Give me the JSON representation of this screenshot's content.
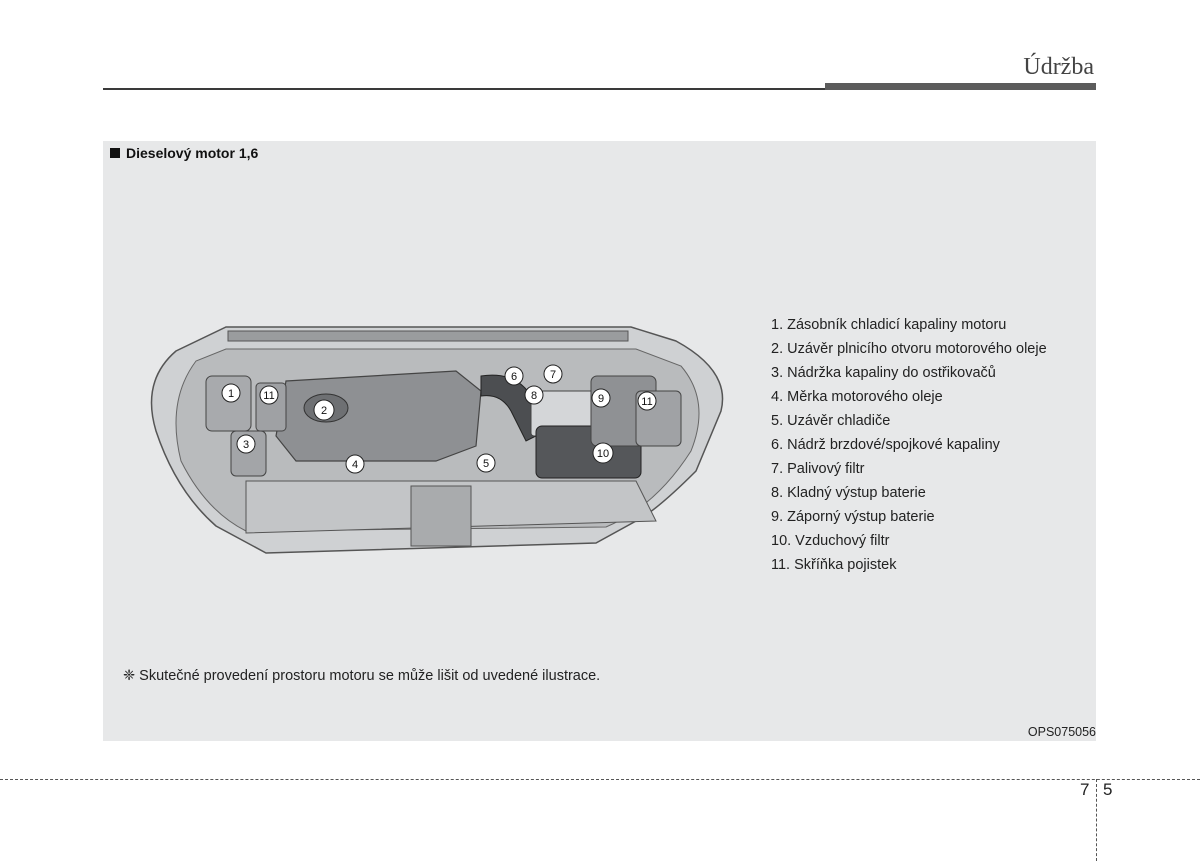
{
  "header": {
    "chapter_title": "Údržba"
  },
  "figure": {
    "heading": "Dieselový motor 1,6",
    "callouts": [
      "1",
      "11",
      "2",
      "3",
      "4",
      "5",
      "6",
      "7",
      "8",
      "9",
      "11",
      "10"
    ],
    "legend": [
      "1. Zásobník chladicí kapaliny motoru",
      "2. Uzávěr plnicího otvoru motorového oleje",
      "3. Nádržka kapaliny do ostřikovačů",
      "4. Měrka motorového oleje",
      "5. Uzávěr chladiče",
      "6. Nádrž brzdové/spojkové kapaliny",
      "7. Palivový filtr",
      "8. Kladný výstup baterie",
      "9. Záporný výstup baterie",
      "10. Vzduchový filtr",
      "11. Skříňka pojistek"
    ],
    "note": "❈ Skutečné provedení prostoru motoru se může lišit od uvedené ilustrace.",
    "image_code": "OPS075056"
  },
  "footer": {
    "page_chapter": "7",
    "page_number": "5"
  }
}
